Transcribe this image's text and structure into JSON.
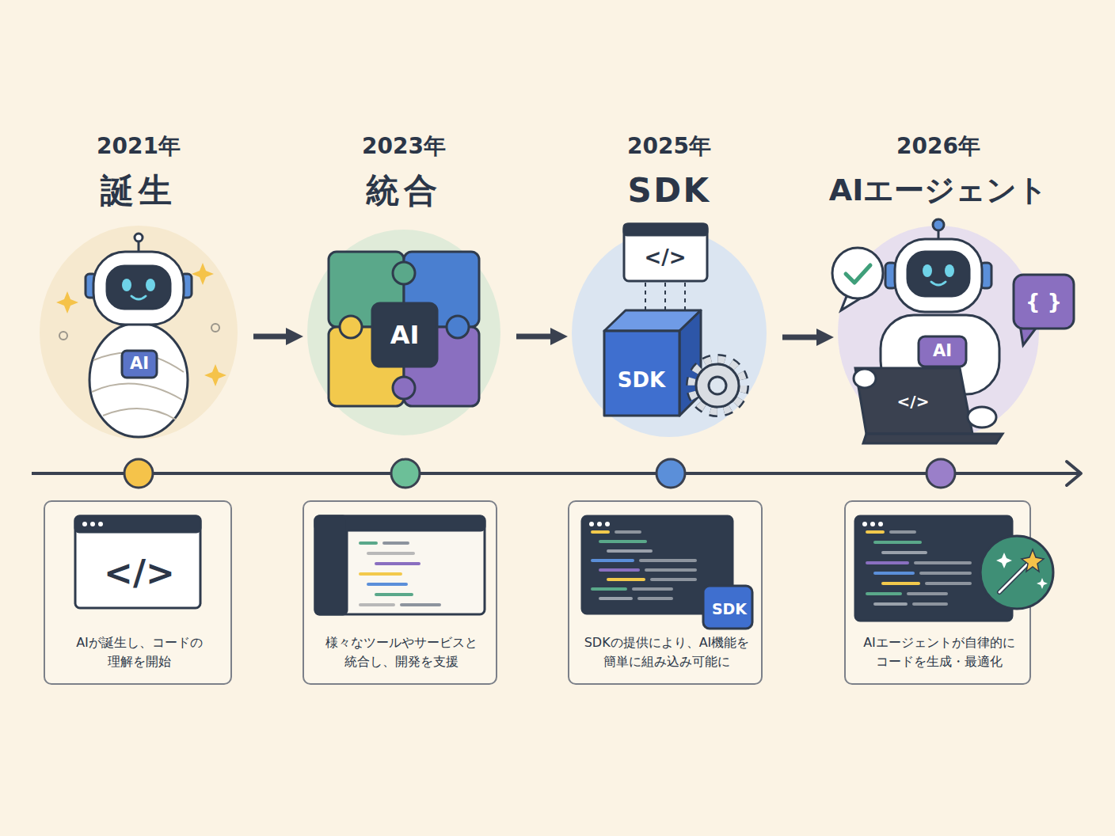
{
  "diagram": {
    "nodes": [
      {
        "text": [
          "2021年",
          "誕生",
          "AI"
        ]
      },
      {
        "text": [
          "2023年",
          "統合",
          "AI"
        ]
      },
      {
        "text": [
          "2025年",
          "SDK",
          "</>",
          "SDK"
        ]
      },
      {
        "text": [
          "2026年",
          "AIエージェント",
          "AI",
          "</>",
          "{ }"
        ]
      },
      {
        "text": [
          "</>",
          "AIが誕生し、コードの 理解を開始"
        ]
      },
      {
        "text": [
          "様々なツールやサービスと 統合し、開発を支援"
        ]
      },
      {
        "text": [
          "SDK",
          "SDKの提供により、AI機能を 簡単に組み込み可能に"
        ]
      },
      {
        "text": [
          "AIエージェントが自律的に コードを生成・最適化"
        ]
      }
    ],
    "edges": [
      {
        "from": 0,
        "to": 1,
        "arrow": "to"
      },
      {
        "from": 1,
        "to": 2,
        "arrow": "to"
      },
      {
        "from": 2,
        "to": 3,
        "arrow": "to"
      }
    ]
  }
}
